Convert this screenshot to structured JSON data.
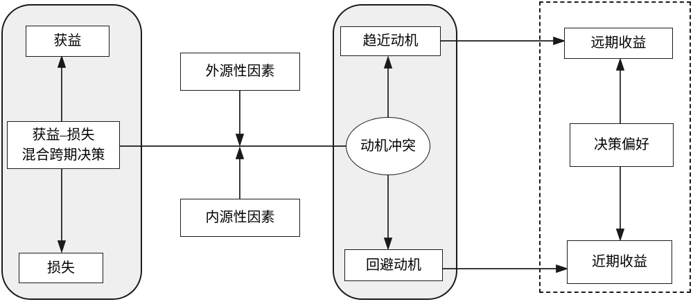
{
  "figure": {
    "left_group": {
      "gain_label": "获益",
      "mixed_decision_line1": "获益–损失",
      "mixed_decision_line2": "混合跨期决策",
      "loss_label": "损失"
    },
    "factors": {
      "external_label": "外源性因素",
      "internal_label": "内源性因素"
    },
    "motivation_group": {
      "approach_label": "趋近动机",
      "conflict_label": "动机冲突",
      "avoidance_label": "回避动机"
    },
    "outcome_group": {
      "far_benefit_label": "远期收益",
      "preference_label": "决策偏好",
      "near_benefit_label": "近期收益"
    },
    "colors": {
      "group_fill": "#efefef",
      "stroke": "#1a1a1a",
      "box_fill": "#ffffff",
      "background": "#ffffff"
    }
  }
}
